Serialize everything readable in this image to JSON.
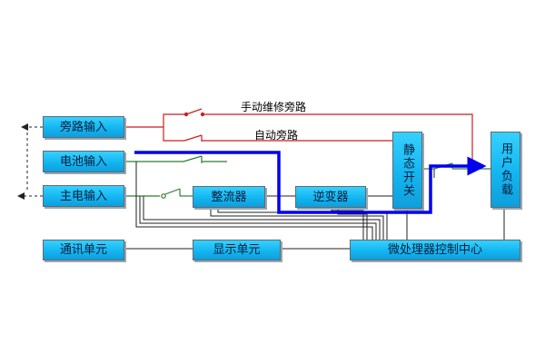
{
  "blocks": {
    "bypass_input": "旁路输入",
    "battery_input": "电池输入",
    "mains_input": "主电输入",
    "rectifier": "整流器",
    "inverter": "逆变器",
    "static_switch": "静态开关",
    "user_load": "用户负载",
    "comm_unit": "通讯单元",
    "display_unit": "显示单元",
    "microprocessor": "微处理器控制中心"
  },
  "labels": {
    "manual_bypass": "手动维修旁路",
    "auto_bypass": "自动旁路"
  },
  "colors": {
    "box_fill": "#1ab8f0",
    "red_wire": "#cc1f1f",
    "green_wire": "#2e7d32",
    "power_path": "#0000ee",
    "control_wire": "#222222"
  }
}
